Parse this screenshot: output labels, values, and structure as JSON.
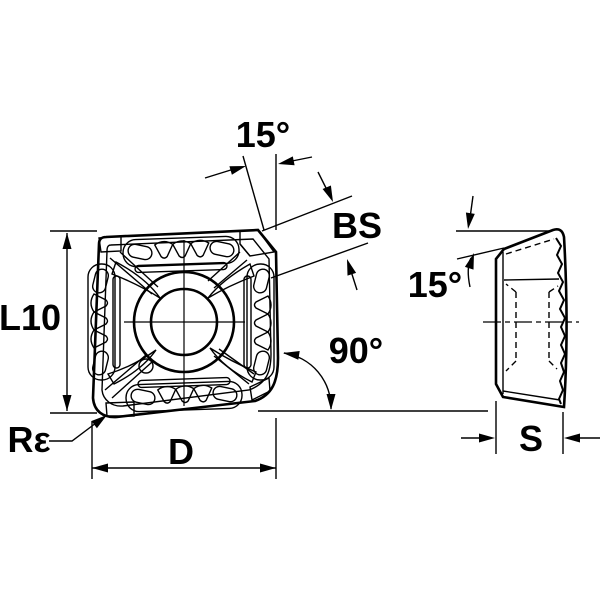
{
  "drawing": {
    "background": "#ffffff",
    "line_color": "#000000",
    "views": {
      "front_view": "insert-front-face",
      "side_view": "insert-side-profile"
    },
    "labels": {
      "top_angle": "15°",
      "bs": "BS",
      "side_angle": "15°",
      "angle_90": "90°",
      "l10": "L10",
      "corner_radius": "Rε",
      "d": "D",
      "s": "S"
    }
  }
}
